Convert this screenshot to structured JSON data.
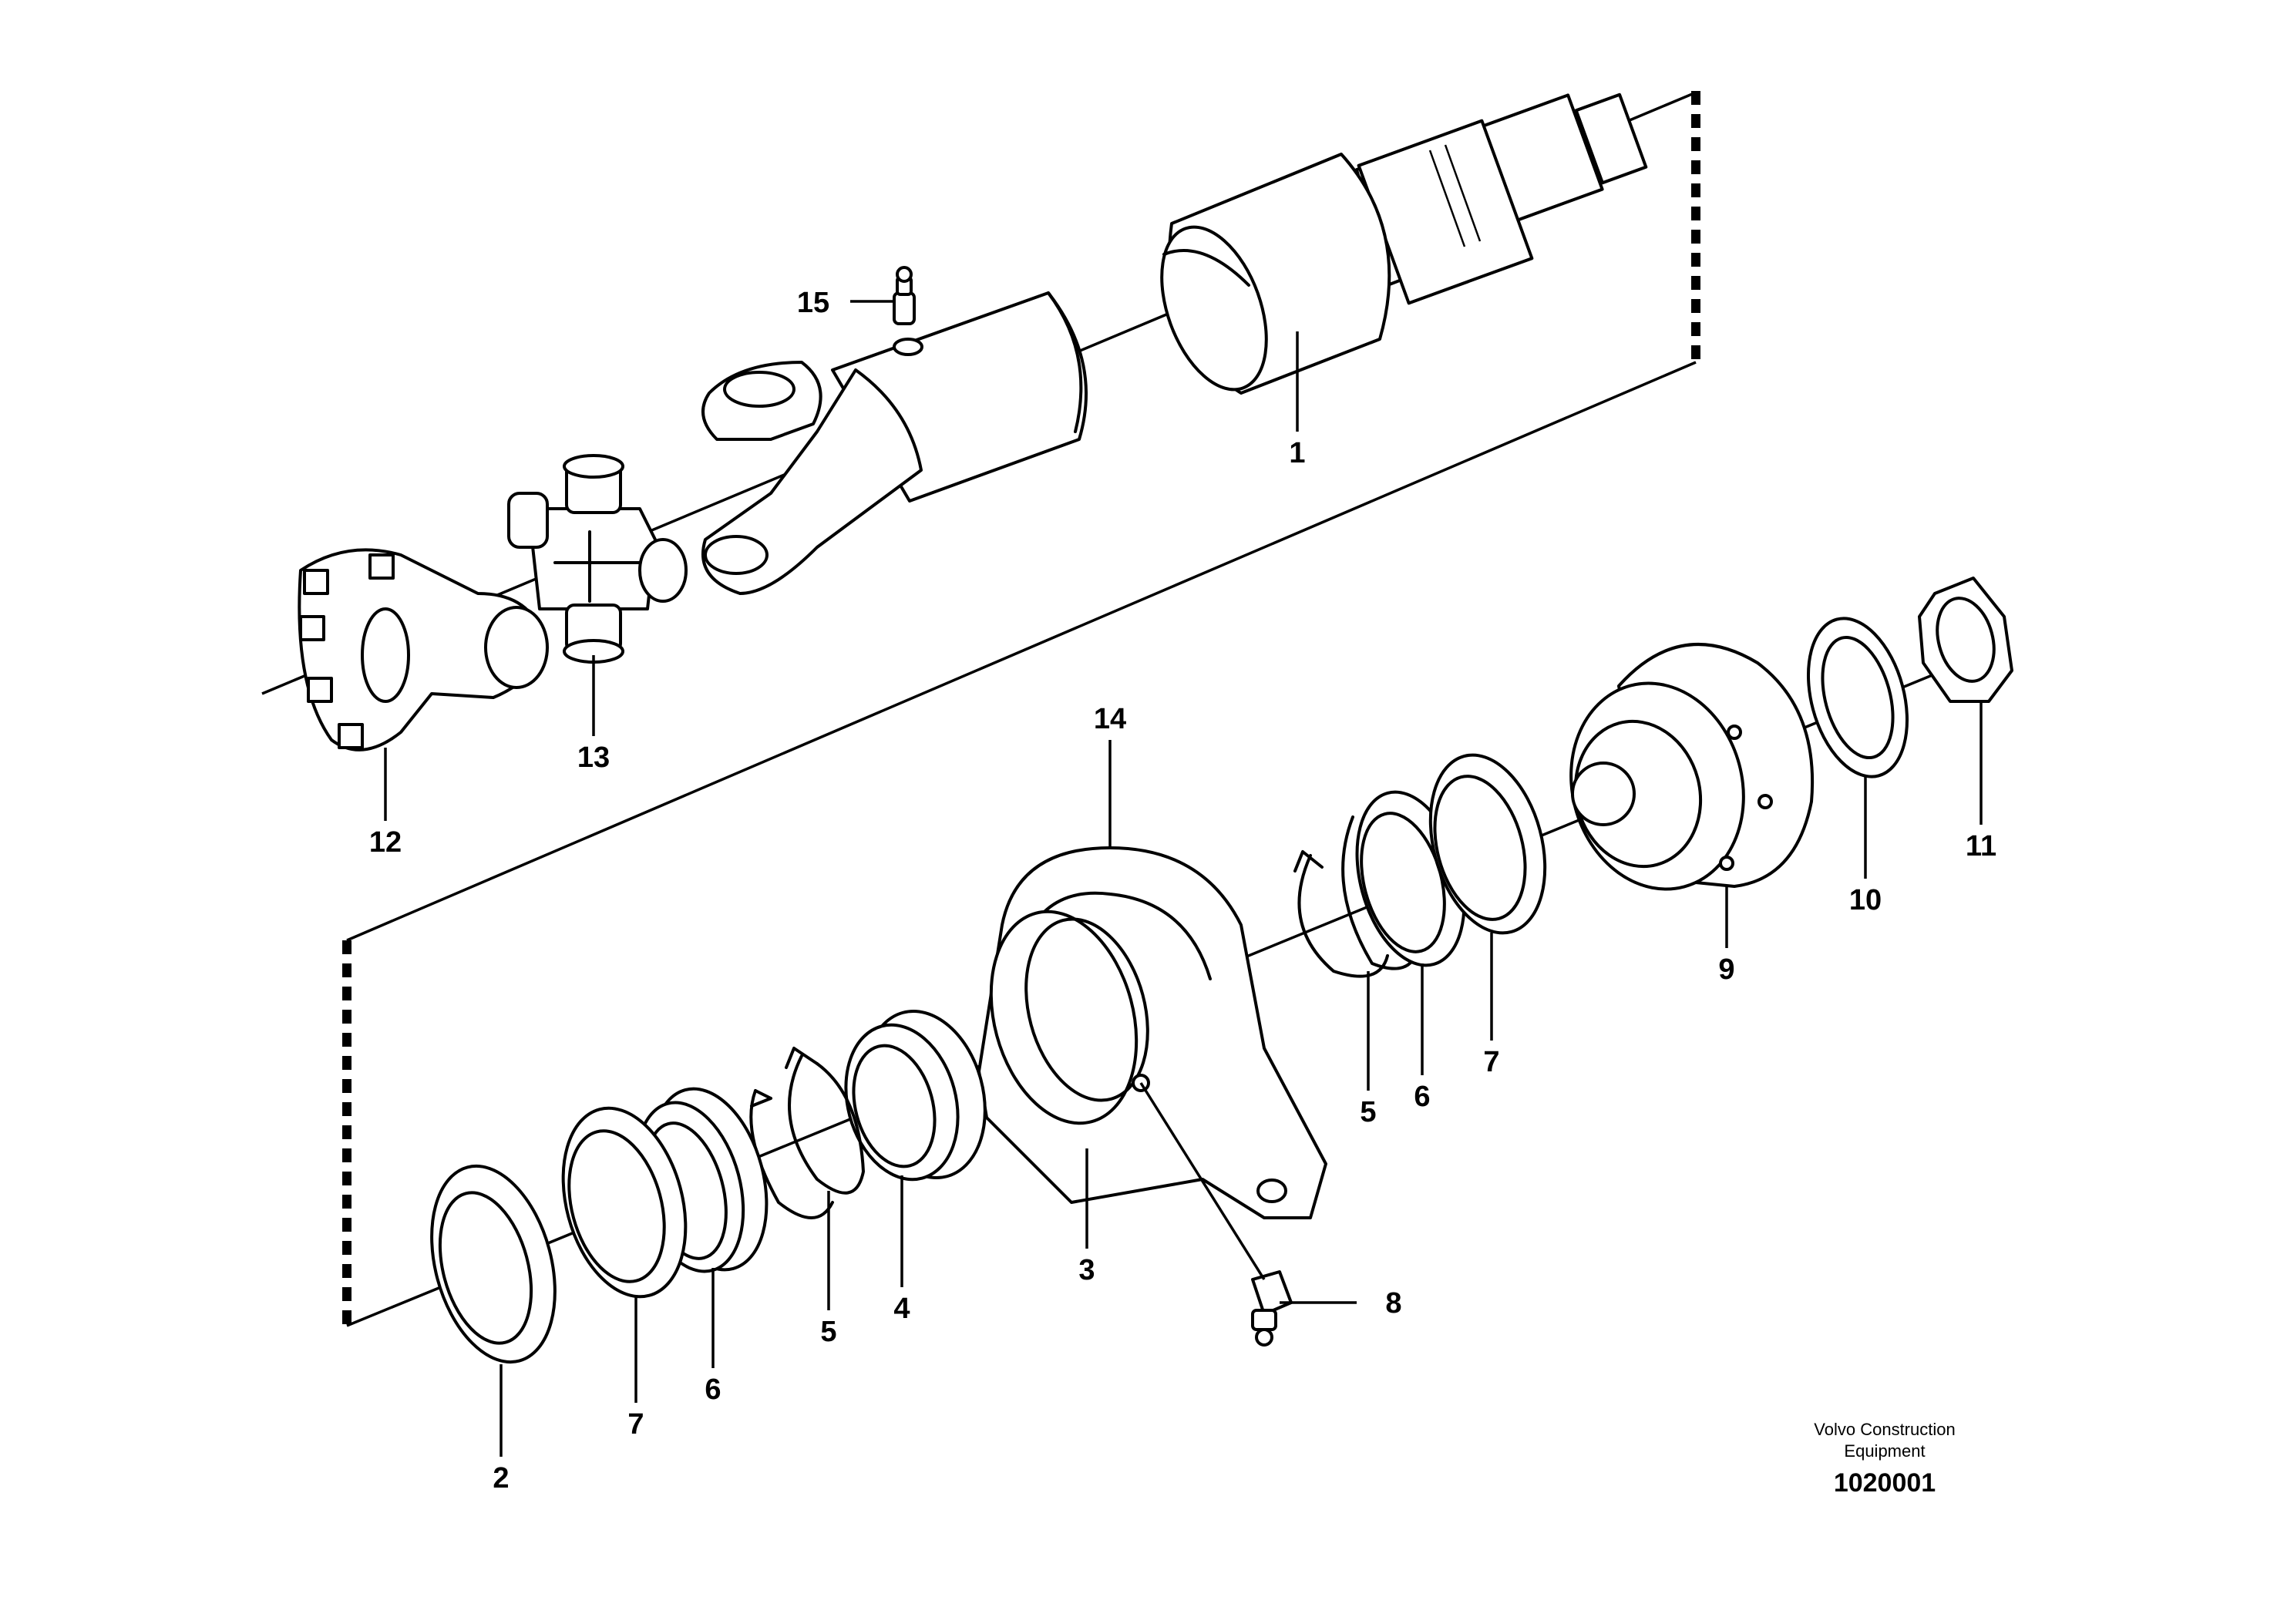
{
  "callouts": [
    {
      "id": "c1",
      "label": "1"
    },
    {
      "id": "c2",
      "label": "2"
    },
    {
      "id": "c3",
      "label": "3"
    },
    {
      "id": "c4",
      "label": "4"
    },
    {
      "id": "c5a",
      "label": "5"
    },
    {
      "id": "c5b",
      "label": "5"
    },
    {
      "id": "c6a",
      "label": "6"
    },
    {
      "id": "c6b",
      "label": "6"
    },
    {
      "id": "c7a",
      "label": "7"
    },
    {
      "id": "c7b",
      "label": "7"
    },
    {
      "id": "c8",
      "label": "8"
    },
    {
      "id": "c9",
      "label": "9"
    },
    {
      "id": "c10",
      "label": "10"
    },
    {
      "id": "c11",
      "label": "11"
    },
    {
      "id": "c12",
      "label": "12"
    },
    {
      "id": "c13",
      "label": "13"
    },
    {
      "id": "c14",
      "label": "14"
    },
    {
      "id": "c15",
      "label": "15"
    }
  ],
  "footer": {
    "brand_line1": "Volvo Construction",
    "brand_line2": "Equipment",
    "drawing_number": "1020001"
  }
}
